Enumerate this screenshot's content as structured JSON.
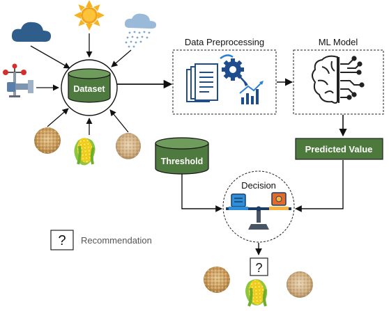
{
  "nodes": {
    "dataset": {
      "label": "Dataset"
    },
    "preprocessing": {
      "label": "Data Preprocessing"
    },
    "ml_model": {
      "label": "ML Model"
    },
    "predicted_value": {
      "label": "Predicted Value"
    },
    "threshold": {
      "label": "Threshold"
    },
    "decision": {
      "label": "Decision"
    },
    "decision_output": {
      "label": "?"
    }
  },
  "legend": {
    "symbol": "?",
    "label": "Recommendation"
  },
  "icons": [
    "cloud-icon",
    "sun-icon",
    "rain-cloud-icon",
    "weather-station-icon",
    "grain-pile-icon",
    "corn-cob-icon",
    "seed-pile-icon",
    "documents-gear-icon",
    "brain-circuit-icon",
    "balance-scale-icon"
  ],
  "colors": {
    "db_fill": "#4f7a3f",
    "db_top": "#6f9c5c",
    "result_fill": "#4d7a3c",
    "cloud": "#2f5e8c",
    "sun": "#f2a51a",
    "accent_blue": "#1e4d8f",
    "stroke": "#111111"
  }
}
